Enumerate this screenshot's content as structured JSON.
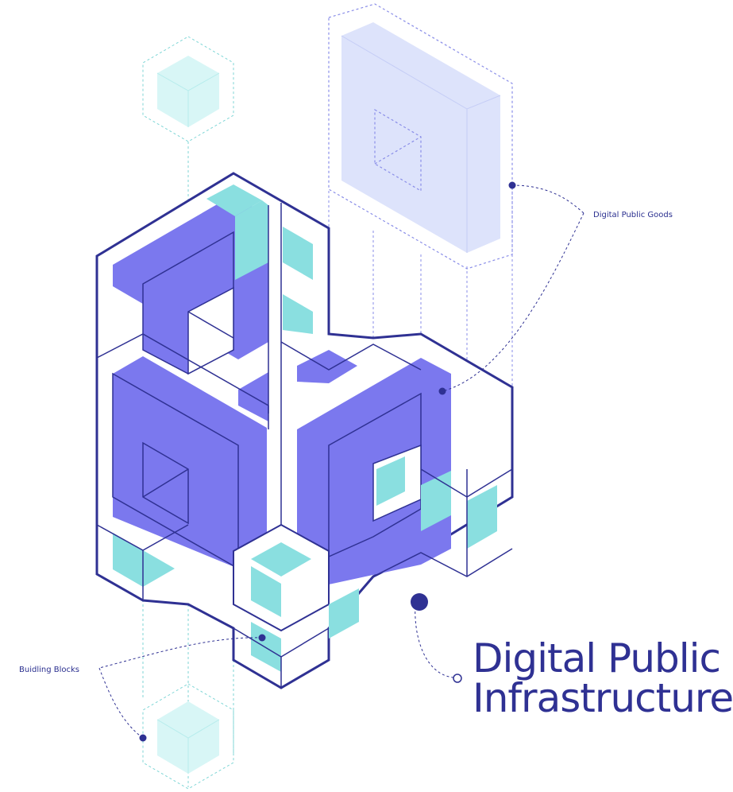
{
  "labels": {
    "digital_public_goods": "Digital Public Goods",
    "building_blocks": "Buidling Blocks",
    "title_line1": "Digital Public",
    "title_line2": "Infrastructure"
  },
  "colors": {
    "navy": "#2f3193",
    "purple": "#7b78ee",
    "teal": "#8adfe0",
    "light_teal": "#d8f6f6",
    "lavender": "#dde3fb",
    "dashed_teal": "#7fd6d6",
    "dashed_purple": "#8a8ee8"
  }
}
